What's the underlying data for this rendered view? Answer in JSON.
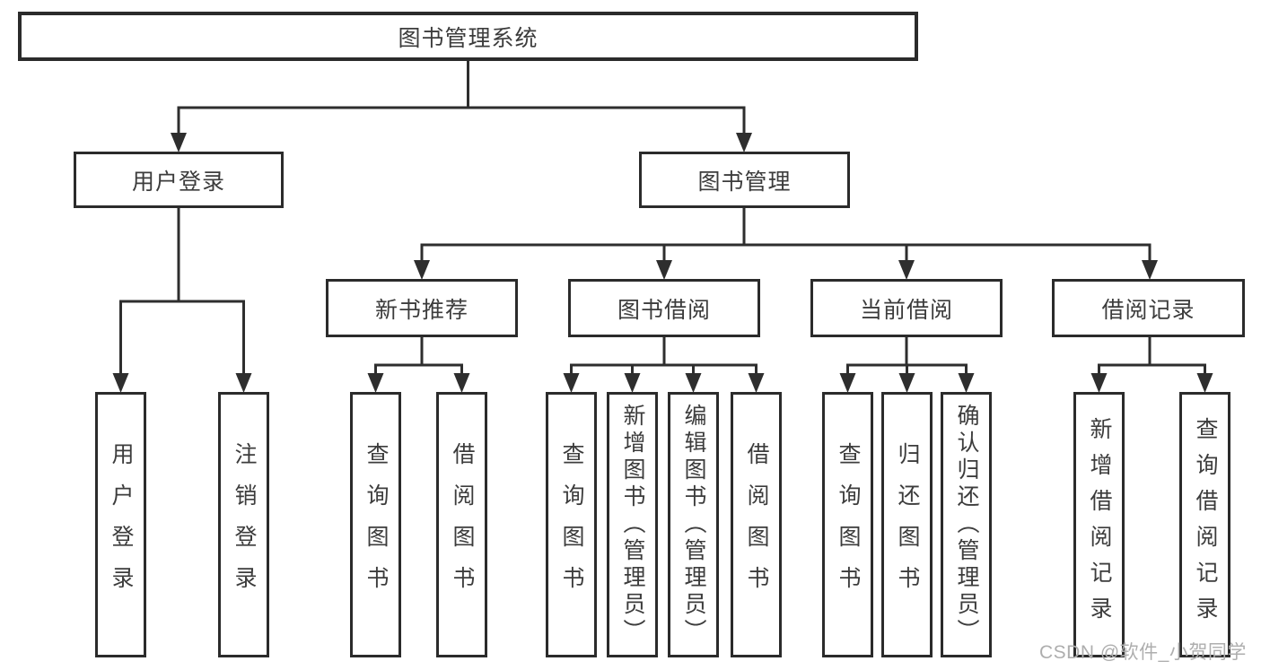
{
  "diagram": {
    "root": {
      "label": "图书管理系统"
    },
    "branches": [
      {
        "label": "用户登录",
        "children": [
          {
            "label": "用户登录"
          },
          {
            "label": "注销登录"
          }
        ]
      },
      {
        "label": "图书管理",
        "children": [
          {
            "label": "新书推荐",
            "children": [
              {
                "label": "查询图书"
              },
              {
                "label": "借阅图书"
              }
            ]
          },
          {
            "label": "图书借阅",
            "children": [
              {
                "label": "查询图书"
              },
              {
                "label": "新增图书（管理员）"
              },
              {
                "label": "编辑图书（管理员）"
              },
              {
                "label": "借阅图书"
              }
            ]
          },
          {
            "label": "当前借阅",
            "children": [
              {
                "label": "查询图书"
              },
              {
                "label": "归还图书"
              },
              {
                "label": "确认归还（管理员）"
              }
            ]
          },
          {
            "label": "借阅记录",
            "children": [
              {
                "label": "新增借阅记录"
              },
              {
                "label": "查询借阅记录"
              }
            ]
          }
        ]
      }
    ]
  },
  "watermark": {
    "text": "CSDN @软件_小贺同学"
  },
  "colors": {
    "line": "#2e2e2e",
    "box_border": "#2b2b2b",
    "box_fill": "#ffffff",
    "label_text": "#3c3c3c",
    "watermark_text": "#aeaeae",
    "background": "#ffffff"
  }
}
